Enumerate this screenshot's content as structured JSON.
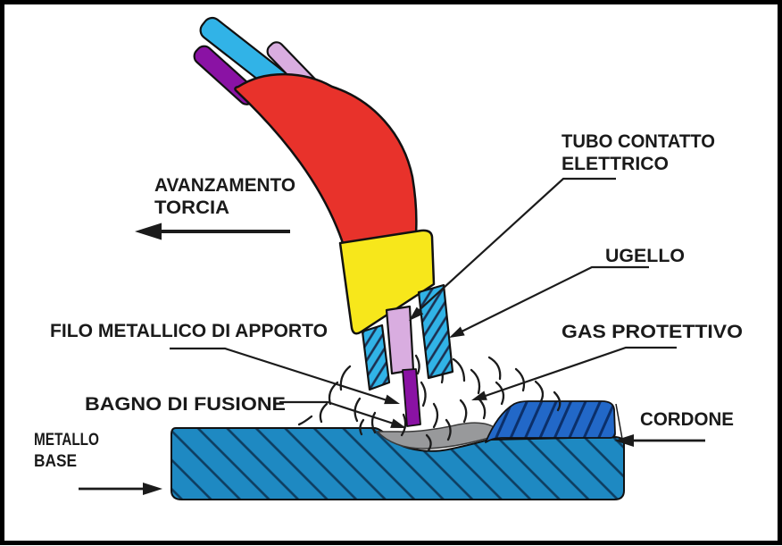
{
  "diagram": {
    "type": "mig-mag-welding-process-diagram",
    "labels": {
      "avanzamento": {
        "line1": "AVANZAMENTO",
        "line2": "TORCIA"
      },
      "tubo_contatto": {
        "line1": "TUBO CONTATTO",
        "line2": "ELETTRICO"
      },
      "ugello": {
        "text": "UGELLO"
      },
      "gas_protettivo": {
        "text": "GAS PROTETTIVO"
      },
      "filo_metallico": {
        "text": "FILO METALLICO DI APPORTO"
      },
      "bagno_fusione": {
        "text": "BAGNO DI FUSIONE"
      },
      "metallo_base": {
        "line1": "METALLO",
        "line2": "BASE"
      },
      "cordone": {
        "text": "CORDONE"
      }
    },
    "colors": {
      "torch_body": "#e8322b",
      "torch_grip": "#f7e71b",
      "nozzle": "#31b3e7",
      "cable_sheath": "#31b3e7",
      "cable_power": "#8a12a4",
      "contact_tube": "#d9ade0",
      "wire_electrode": "#8a12a4",
      "base_metal": "#1e89c2",
      "weld_bead": "#2268c8",
      "weld_pool": "#98999b",
      "outline": "#111111",
      "frame": "#000000",
      "background": "#ffffff"
    }
  }
}
